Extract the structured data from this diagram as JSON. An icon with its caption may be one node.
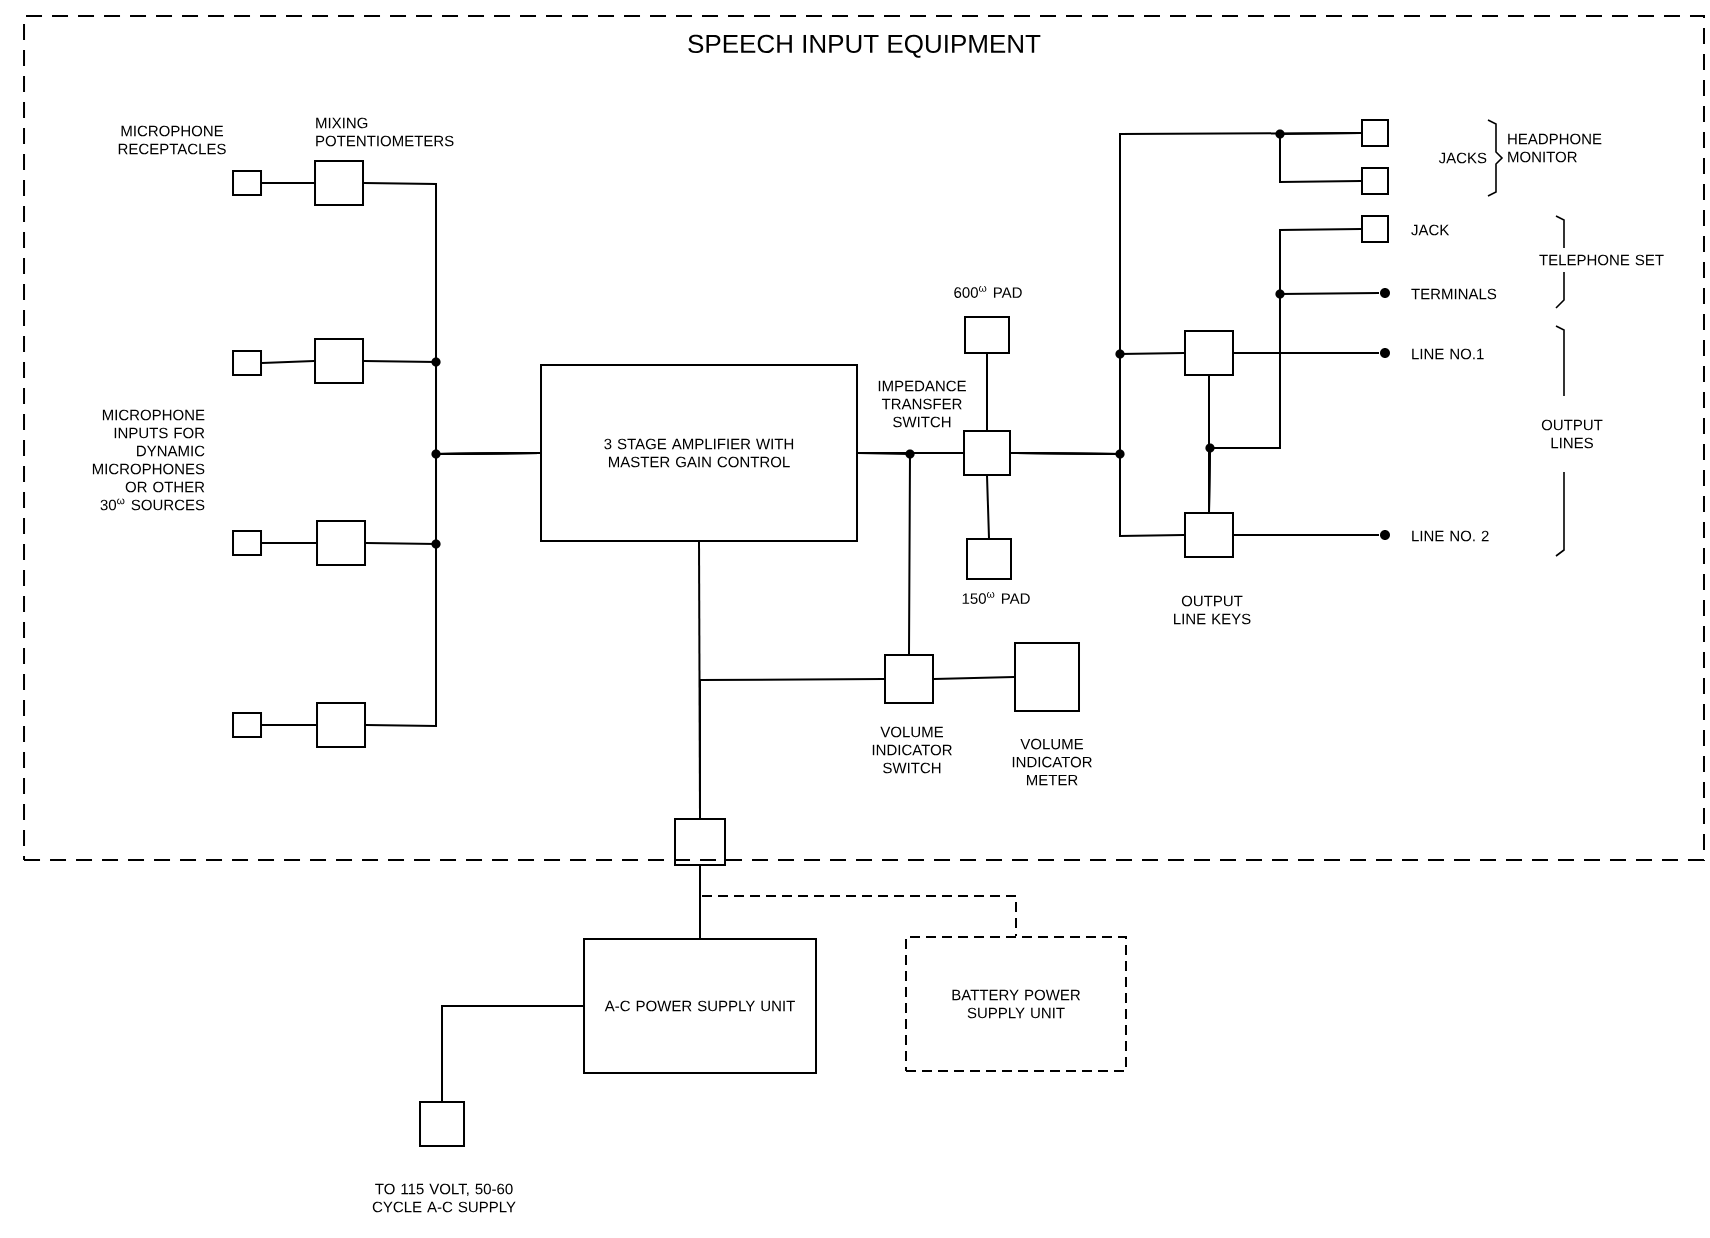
{
  "diagram": {
    "nodes": [
      {
        "text": [
          "SPEECH INPUT EQUIPMENT"
        ]
      },
      {
        "text": [],
        "shape": "box",
        "in": 0,
        "beside": [
          "MICROPHONE RECEPTACLES"
        ]
      },
      {
        "text": [],
        "shape": "box",
        "in": 0,
        "beside": [
          "MIXING POTENTIOMETERS"
        ]
      },
      {
        "text": [],
        "shape": "box",
        "in": 0
      },
      {
        "text": [],
        "shape": "box",
        "in": 0
      },
      {
        "text": [],
        "shape": "box",
        "in": 0,
        "beside": [
          "JACK"
        ]
      },
      {
        "text": [],
        "shape": "circle",
        "in": 0,
        "beside": [
          "TERMINALS"
        ]
      },
      {
        "text": [],
        "shape": "box",
        "in": 0,
        "beside": [
          "600$^{ω}$ PAD"
        ]
      },
      {
        "text": [],
        "shape": "box",
        "in": 0
      },
      {
        "text": [],
        "shape": "box",
        "in": 0
      },
      {
        "text": [
          "3 STAGE AMPLIFIER WITH MASTER GAIN CONTROL"
        ],
        "in": 0
      },
      {
        "text": [],
        "shape": "box",
        "in": 0,
        "beside": [
          "IMPEDANCE TRANSFER SWITCH"
        ]
      },
      {
        "text": [],
        "shape": "box",
        "in": 0
      },
      {
        "text": [],
        "shape": "circle",
        "in": 0,
        "beside": [
          "LINE NO.1"
        ]
      },
      {
        "text": [],
        "shape": "box",
        "in": 0
      },
      {
        "text": [],
        "shape": "box",
        "in": 0
      },
      {
        "text": [],
        "shape": "box",
        "in": 0,
        "beside": [
          "OUTPUT LINE KEYS"
        ]
      },
      {
        "text": [],
        "shape": "circle",
        "in": 0,
        "beside": [
          "LINE NO. 2"
        ]
      },
      {
        "text": [],
        "shape": "box",
        "in": 0,
        "beside": [
          "150$^{ω}$ PAD"
        ]
      },
      {
        "text": [],
        "shape": "box",
        "in": 0
      },
      {
        "text": [],
        "shape": "box",
        "in": 0
      },
      {
        "text": [],
        "shape": "box",
        "in": 0,
        "beside": [
          "VOLUME INDICATOR SWITCH"
        ]
      },
      {
        "text": [],
        "shape": "box",
        "in": 0,
        "beside": [
          "VOLUME INDICATOR METER"
        ]
      },
      {
        "text": [],
        "shape": "box"
      },
      {
        "text": [
          "A-C POWER SUPPLY UNIT"
        ]
      },
      {
        "text": [
          "BATTERY POWER SUPPLY UNIT"
        ]
      },
      {
        "text": [],
        "shape": "box",
        "beside": [
          "TO 115 VOLT, 50-60 CYCLE A-C SUPPLY"
        ]
      }
    ],
    "edges": [
      {
        "from": 1,
        "to": 2,
        "arrow": "none"
      },
      {
        "from": 8,
        "to": 9,
        "arrow": "none"
      },
      {
        "from": 14,
        "to": 15,
        "arrow": "none"
      },
      {
        "from": 19,
        "to": 20,
        "arrow": "none"
      },
      {
        "from": 2,
        "to": 10,
        "arrow": "none"
      },
      {
        "from": 9,
        "to": 10,
        "arrow": "none"
      },
      {
        "from": 15,
        "to": 10,
        "arrow": "none"
      },
      {
        "from": 20,
        "to": 10,
        "arrow": "none"
      },
      {
        "from": 10,
        "to": 11,
        "arrow": "none"
      },
      {
        "from": 10,
        "to": 21,
        "arrow": "none"
      },
      {
        "from": 11,
        "to": 7,
        "arrow": "none"
      },
      {
        "from": 11,
        "to": 18,
        "arrow": "none"
      },
      {
        "from": 11,
        "to": 3,
        "arrow": "none"
      },
      {
        "from": 3,
        "to": 4,
        "arrow": "none"
      },
      {
        "from": 11,
        "to": 12,
        "arrow": "none"
      },
      {
        "from": 11,
        "to": 16,
        "arrow": "none"
      },
      {
        "from": 12,
        "to": 16,
        "arrow": "none"
      },
      {
        "from": 16,
        "to": 5,
        "arrow": "none"
      },
      {
        "from": 16,
        "to": 6,
        "arrow": "none"
      },
      {
        "from": 12,
        "to": 13,
        "arrow": "none"
      },
      {
        "from": 16,
        "to": 17,
        "arrow": "none"
      },
      {
        "from": 10,
        "to": 23,
        "arrow": "none"
      },
      {
        "from": 21,
        "to": 23,
        "arrow": "none"
      },
      {
        "from": 21,
        "to": 22,
        "arrow": "none"
      },
      {
        "from": 23,
        "to": 24,
        "arrow": "none"
      },
      {
        "from": 23,
        "to": 25,
        "arrow": "none",
        "style": "dashed"
      },
      {
        "from": 24,
        "to": 26,
        "arrow": "none"
      }
    ],
    "labels": [
      "MICROPHONE INPUTS FOR DYNAMIC MICROPHONES OR OTHER 30$^{ω}$ SOURCES",
      "JACKS",
      "HEADPHONE MONITOR",
      "TELEPHONE SET",
      "OUTPUT LINES"
    ]
  }
}
